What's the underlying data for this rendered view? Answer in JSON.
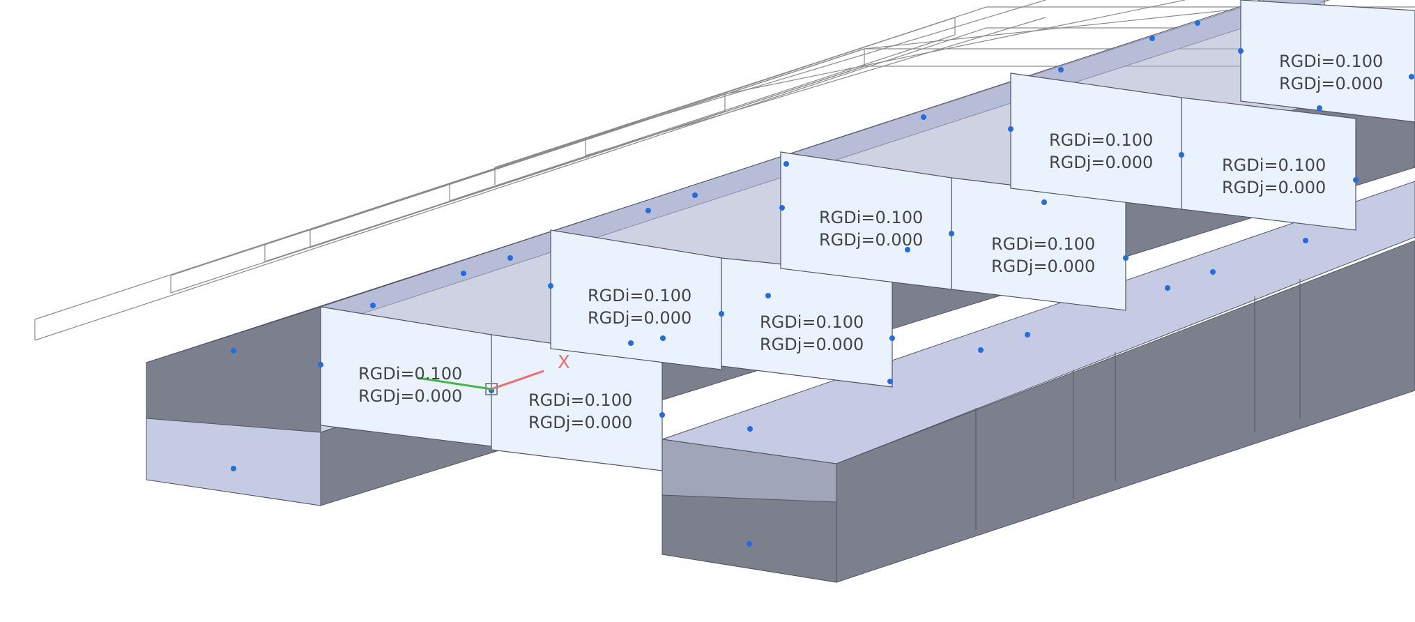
{
  "labels": [
    {
      "i": "RGDi=0.100",
      "j": "RGDj=0.000"
    },
    {
      "i": "RGDi=0.100",
      "j": "RGDj=0.000"
    },
    {
      "i": "RGDi=0.100",
      "j": "RGDj=0.000"
    },
    {
      "i": "RGDi=0.100",
      "j": "RGDj=0.000"
    },
    {
      "i": "RGDi=0.100",
      "j": "RGDj=0.000"
    },
    {
      "i": "RGDi=0.100",
      "j": "RGDj=0.000"
    },
    {
      "i": "RGDi=0.100",
      "j": "RGDj=0.000"
    },
    {
      "i": "RGDi=0.100",
      "j": "RGDj=0.000"
    },
    {
      "i": "RGDi=0.100",
      "j": "RGDj=0.000"
    }
  ],
  "axis": {
    "x_label": "X"
  },
  "colors": {
    "box_side": "#7b808c",
    "box_top": "#c5cbe3",
    "box_inner": "#aeb4ce",
    "panel": "#eaf3fd",
    "edge": "#4f5562",
    "node": "#1f6ce6",
    "wire": "#8a8a8a",
    "axis_x": "#f26b6b",
    "axis_y": "#3dbb3d"
  }
}
